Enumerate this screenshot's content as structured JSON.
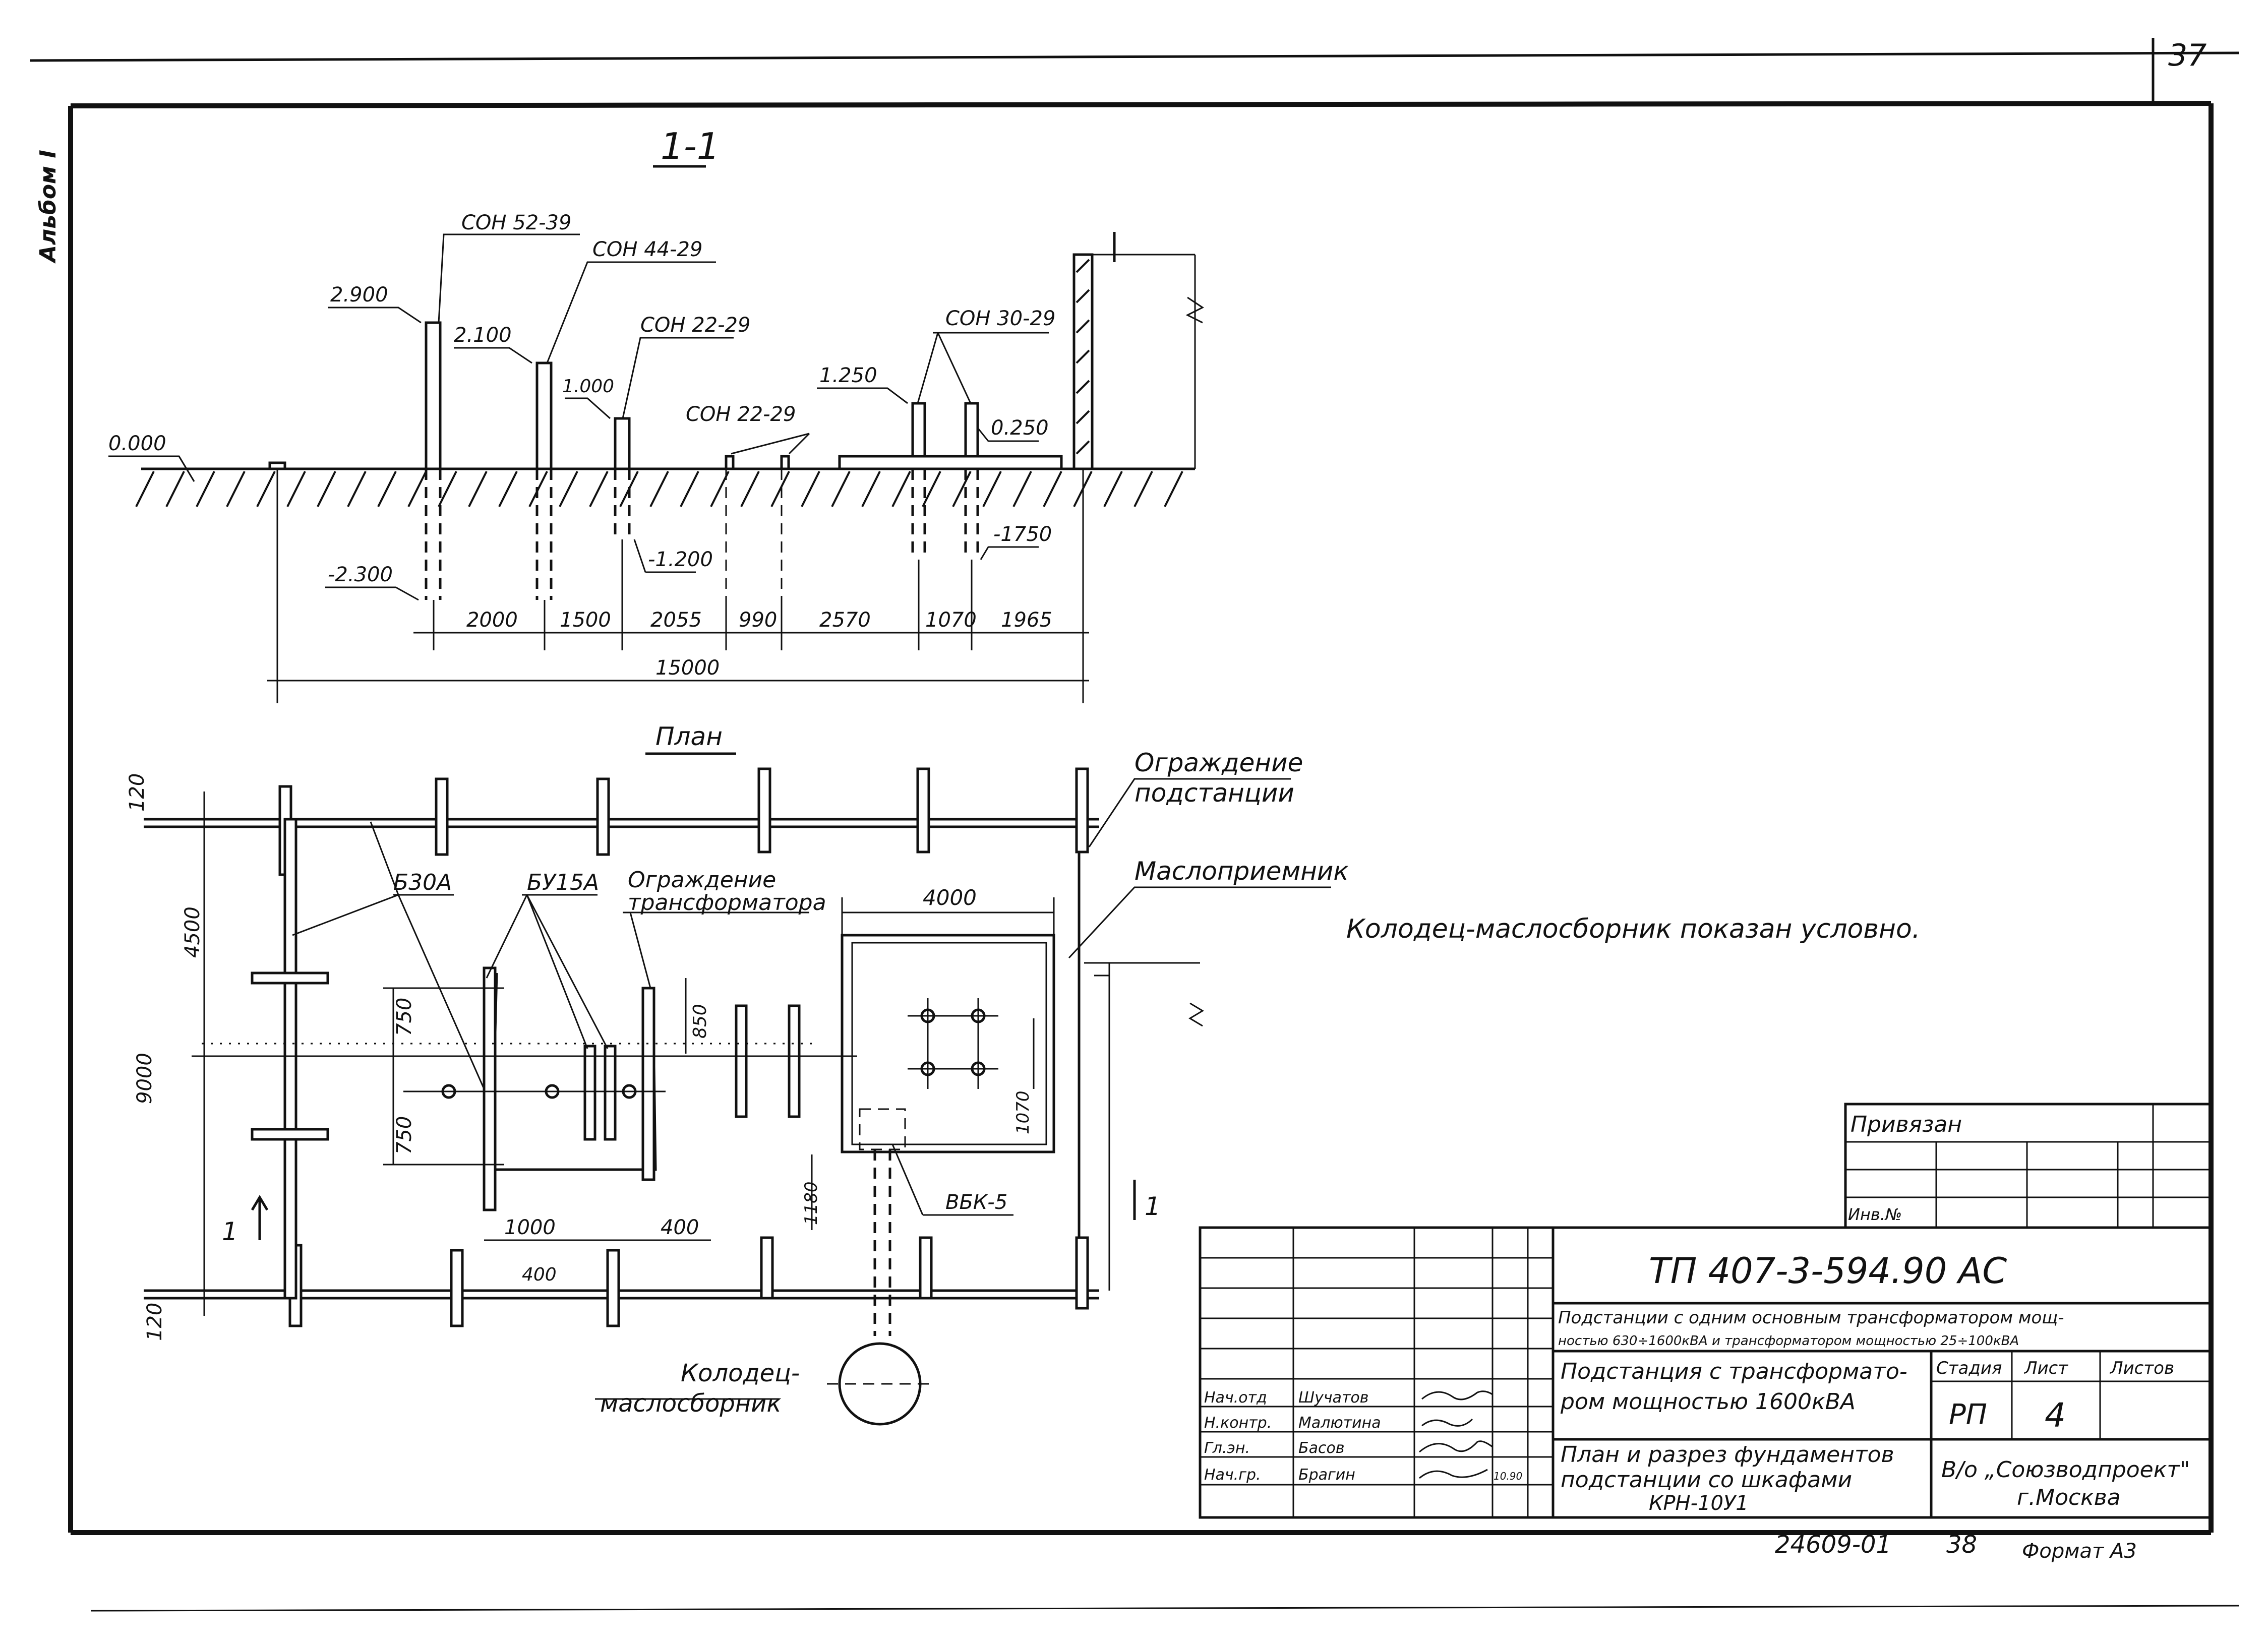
{
  "corner": {
    "album": "Альбом I",
    "sheet_corner": "37"
  },
  "section": {
    "title": "1-1",
    "posts": [
      "СОН 52-39",
      "СОН 44-29",
      "СОН 22-29",
      "СОН 22-29",
      "СОН 30-29"
    ],
    "levels": [
      "0.000",
      "2.900",
      "2.100",
      "1.000",
      "1.250",
      "0.250",
      "-2.300",
      "-1.200",
      "-1750"
    ],
    "spans": [
      "2000",
      "1500",
      "2055",
      "990",
      "2570",
      "1070",
      "1965"
    ],
    "total": "15000"
  },
  "plan": {
    "title": "План",
    "labels": {
      "fence_substation": [
        "Ограждение",
        "подстанции"
      ],
      "oil_receiver": "Маслоприемник",
      "b30a": "Б30А",
      "bu15a": "БУ15А",
      "fence_transformer": [
        "Ограждение",
        "трансформатора"
      ],
      "well": [
        "Колодец-",
        "маслосборник"
      ],
      "vbk": "ВБК-5"
    },
    "dims": {
      "d4000": "4000",
      "d4500": "4500",
      "d9000": "9000",
      "d120a": "120",
      "d120b": "120",
      "d750a": "750",
      "d750b": "750",
      "d850": "850",
      "d1000": "1000",
      "d400a": "400",
      "d400b": "400",
      "d1070": "1070",
      "d1180": "1180"
    },
    "section_marks": [
      "1",
      "1"
    ]
  },
  "note": "Колодец-маслосборник показан условно.",
  "title_block": {
    "bound": "Привязан",
    "inv": "Инв.№",
    "code": "ТП 407-3-594.90    АС",
    "desc": [
      "Подстанции с одним основным трансформатором мощ-",
      "ностью 630÷1600кВА и трансформатором мощностью 25÷100кВА"
    ],
    "object": [
      "Подстанция с трансформато-",
      "ром мощностью 1600кВА"
    ],
    "stage_hdr": "Стадия",
    "sheet_hdr": "Лист",
    "sheets_hdr": "Листов",
    "stage": "РП",
    "sheet": "4",
    "sheets": "",
    "sheet_name": [
      "План и разрез фундаментов",
      "подстанции со шкафами",
      "КРН-10У1"
    ],
    "org": [
      "В/о „Союзводпроект\"",
      "г.Москва"
    ],
    "roles": [
      "Нач.отд",
      "Н.контр.",
      "Гл.эн.",
      "Нач.гр."
    ],
    "names": [
      "Шучатов",
      "Малютина",
      "Басов",
      "Брагин"
    ],
    "date": "10.90",
    "footer_num": "24609-01",
    "footer_page": "38",
    "format": "Формат А3"
  }
}
